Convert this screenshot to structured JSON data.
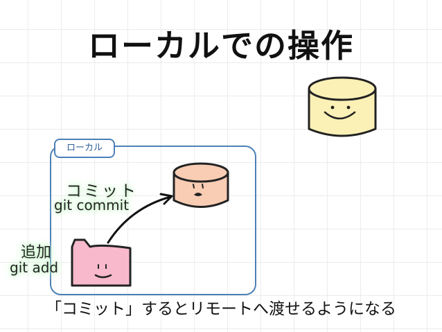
{
  "title": "ローカルでの操作",
  "local_box": {
    "label": "ローカル"
  },
  "commit": {
    "label": "コミット",
    "command": "git commit"
  },
  "add": {
    "label": "追加",
    "command": "git add"
  },
  "caption": "「コミット」するとリモートへ渡せるようになる",
  "colors": {
    "region_border": "#4b80b6",
    "remote_repo": "#fbf0b6",
    "local_repo": "#f8cdb4",
    "folder": "#f7b9cb",
    "glow": "#b8f0b8"
  }
}
